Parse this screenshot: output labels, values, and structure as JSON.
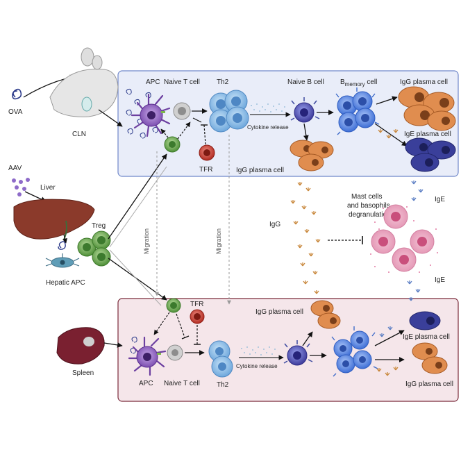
{
  "labels": {
    "ova": "OVA",
    "cln": "CLN",
    "aav": "AAV",
    "liver": "Liver",
    "treg": "Treg",
    "hepatic_apc": "Hepatic APC",
    "spleen": "Spleen",
    "migration_left": "Migration",
    "migration_right": "Migration",
    "igg_mid": "IgG",
    "mast_cells_line1": "Mast cells",
    "mast_cells_line2": "and basophils",
    "mast_cells_line3": "degranulation",
    "ige_upper": "IgE",
    "ige_lower": "IgE"
  },
  "cln_panel": {
    "apc": "APC",
    "naive_t": "Naive T cell",
    "th2": "Th2",
    "naive_b": "Naive B cell",
    "bmem_prefix": "B",
    "bmem_sub": "memory",
    "bmem_suffix": " cell",
    "igg_plasma_top": "IgG plasma cell",
    "cytokine": "Cytokine release",
    "ige_plasma": "IgE plasma cell",
    "tfr": "TFR",
    "igg_plasma_bottom": "IgG plasma cell"
  },
  "spleen_panel": {
    "tfr": "TFR",
    "igg_plasma_mid": "IgG plasma cell",
    "cytokine": "Cytokine release",
    "apc": "APC",
    "naive_t": "Naive T cell",
    "th2": "Th2",
    "ige_plasma": "IgE plasma cell",
    "igg_plasma_bottom": "IgG plasma cell"
  },
  "colors": {
    "cln_panel_fill": "#e9edf9",
    "cln_panel_border": "#6f86c9",
    "spleen_panel_fill": "#f5e6ea",
    "spleen_panel_border": "#7a2a3a",
    "apc": "#7c4fb0",
    "naive_t": "#bdbdbd",
    "th2": "#8fc0e8",
    "treg": "#6aa84f",
    "tfr": "#c0392b",
    "b_cell": "#4b47a8",
    "b_memory": "#4f7fe0",
    "igg_plasma": "#e08d4f",
    "ige_plasma": "#3a3f9a",
    "mast_cell": "#c94f7c",
    "liver": "#8b3a2b",
    "spleen": "#7a2030"
  }
}
